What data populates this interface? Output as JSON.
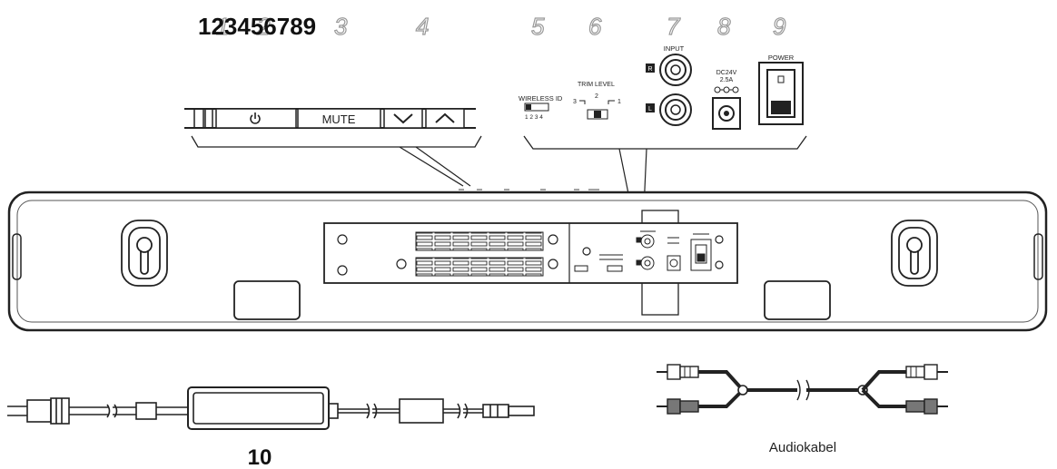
{
  "callout_numbers": {
    "overlay": "123456789",
    "n1": "1",
    "n2": "2",
    "n3": "3",
    "n4": "4",
    "n5": "5",
    "n6": "6",
    "n7": "7",
    "n8": "8",
    "n9": "9"
  },
  "top_buttons": {
    "mute": "MUTE"
  },
  "panel": {
    "wireless_id": "WIRELESS ID",
    "wireless_id_numbers": "1 2 3 4",
    "trim_level": "TRIM LEVEL",
    "trim_left": "3",
    "trim_mid": "2",
    "trim_right": "1",
    "input": "INPUT",
    "input_r": "R",
    "input_l": "L",
    "dc_line1": "DC24V",
    "dc_line2": "2.5A",
    "power": "POWER"
  },
  "accessories": {
    "power_adapter_number": "10",
    "audio_cable": "Audiokabel"
  }
}
